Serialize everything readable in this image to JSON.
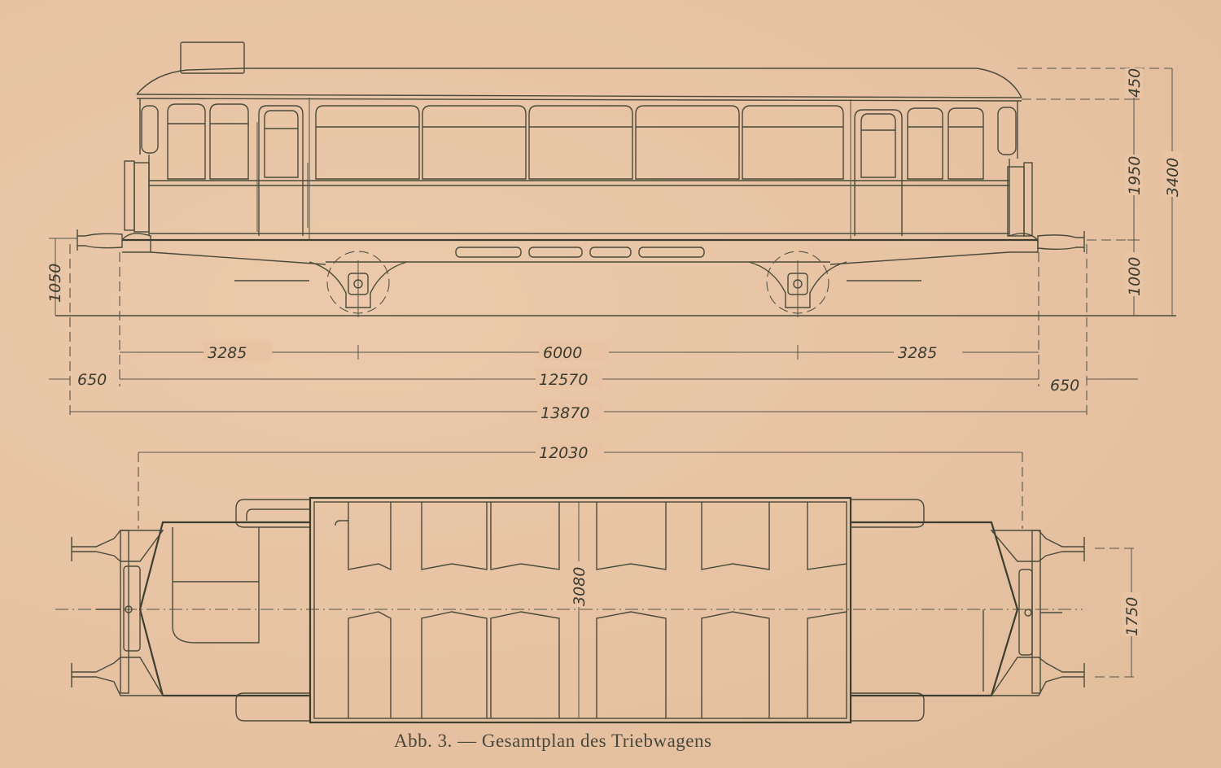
{
  "figure": {
    "caption": "Abb. 3. — Gesamtplan des Triebwagens"
  },
  "side_view": {
    "horizontal_dimensions": {
      "bogie_overhang_left": "3285",
      "bogie_center_distance": "6000",
      "bogie_overhang_right": "3285",
      "buffer_left": "650",
      "length_over_body": "12570",
      "buffer_right": "650",
      "length_over_buffers": "13870"
    },
    "vertical_dimensions": {
      "roof_height": "450",
      "body_height": "1950",
      "floor_height": "1000",
      "total_height": "3400",
      "buffer_height": "1050"
    }
  },
  "plan_view": {
    "dimensions": {
      "body_length": "12030",
      "body_width": "3080",
      "buffer_spacing": "1750"
    }
  },
  "colors": {
    "paper": "#e8c4a4",
    "ink": "#3e3e30"
  }
}
